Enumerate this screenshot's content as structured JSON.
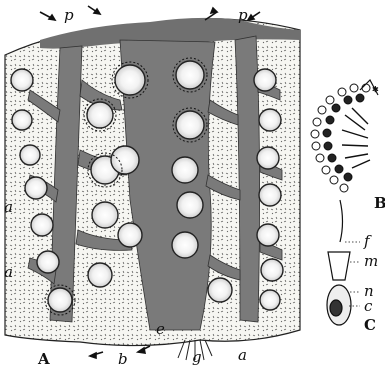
{
  "figure": {
    "labels": {
      "p_left": "p",
      "p_right": "p",
      "a_left_upper": "a",
      "a_left_lower": "a",
      "b": "b",
      "e": "e",
      "g": "g",
      "a_bottom": "a",
      "A": "A",
      "B": "B",
      "f": "f",
      "m": "m",
      "n": "n",
      "c": "c",
      "C": "C"
    },
    "colors": {
      "ink": "#1a1a1a",
      "canal": "#707070",
      "stroma": "#f4f4f0"
    }
  }
}
